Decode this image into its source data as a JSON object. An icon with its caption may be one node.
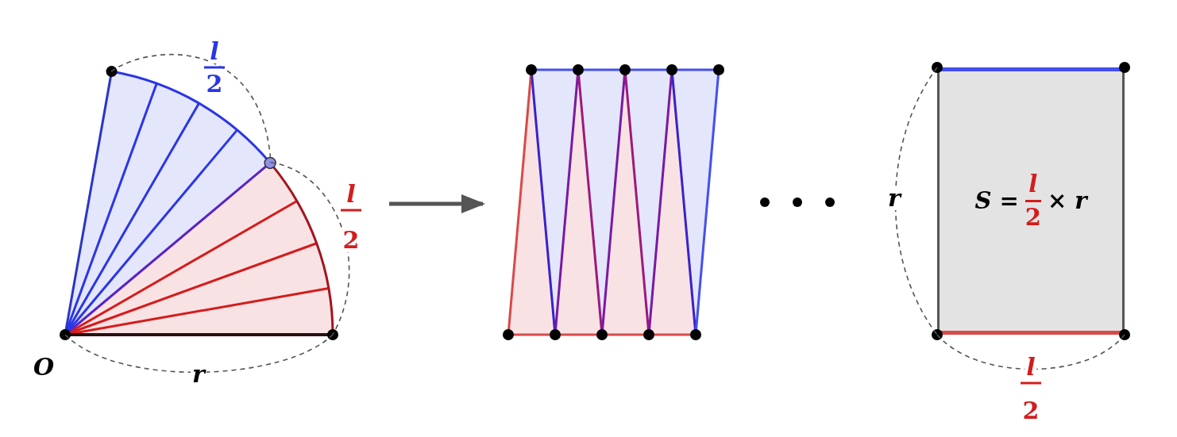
{
  "diagram": {
    "nodes": [
      {
        "text": [],
        "shape": "sector"
      },
      {
        "text": [],
        "shape": "trapezoid"
      },
      {
        "text": [
          "S =",
          "l",
          "2",
          "× r"
        ]
      }
    ],
    "edges": [
      {
        "from": 0,
        "to": 1,
        "arrow": "to"
      }
    ],
    "labels": [
      "l",
      "2",
      "l",
      "2",
      "r",
      "O",
      "r",
      "l",
      "2"
    ]
  }
}
